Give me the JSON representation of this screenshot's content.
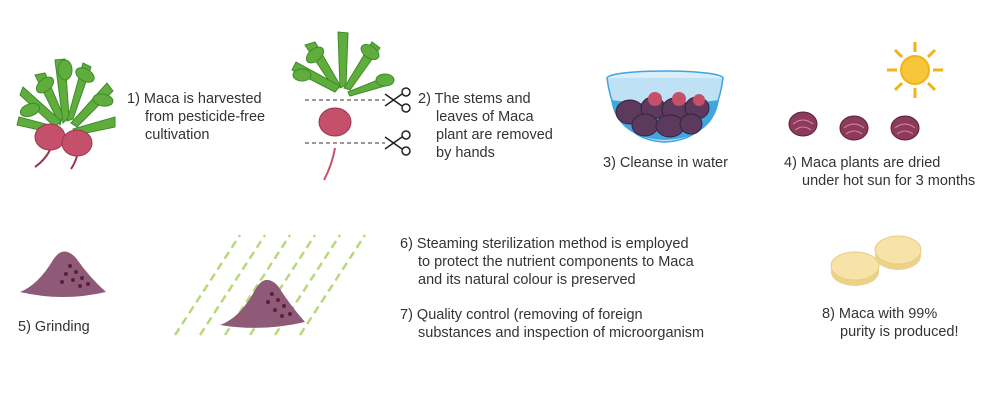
{
  "colors": {
    "leaf": "#5fae3d",
    "leaf_dark": "#3f8a2a",
    "root": "#c4506a",
    "root_dark": "#9a3450",
    "water": "#3fa6e0",
    "stone": "#5b3a5d",
    "sun": "#f2b21a",
    "powder": "#8e5a78",
    "steam": "#b8d97a",
    "tablet": "#f7e3a8",
    "text": "#333333"
  },
  "icons": {
    "step1": "maca-plant-icon",
    "step2": "maca-cut-icon",
    "step3": "water-bowl-icon",
    "step4": "sun-drying-icon",
    "step5": "powder-pile-icon",
    "step6": "steamed-powder-icon",
    "step8": "tablets-icon"
  },
  "steps": {
    "s1": {
      "l1": "1) Maca is harvested",
      "l2": "from pesticide-free",
      "l3": "cultivation"
    },
    "s2": {
      "l1": "2) The stems and",
      "l2": "leaves of Maca",
      "l3": "plant are removed",
      "l4": "by hands"
    },
    "s3": {
      "l1": "3) Cleanse in water"
    },
    "s4": {
      "l1": "4) Maca plants are dried",
      "l2": "under hot sun for 3 months"
    },
    "s5": {
      "l1": "5) Grinding"
    },
    "s6": {
      "l1": "6) Steaming sterilization method is employed",
      "l2": "to protect the nutrient components to Maca",
      "l3": "and its natural colour is preserved"
    },
    "s7": {
      "l1": "7) Quality control (removing of foreign",
      "l2": "substances and inspection of microorganism"
    },
    "s8": {
      "l1": "8) Maca with 99%",
      "l2": "purity is produced!"
    }
  }
}
